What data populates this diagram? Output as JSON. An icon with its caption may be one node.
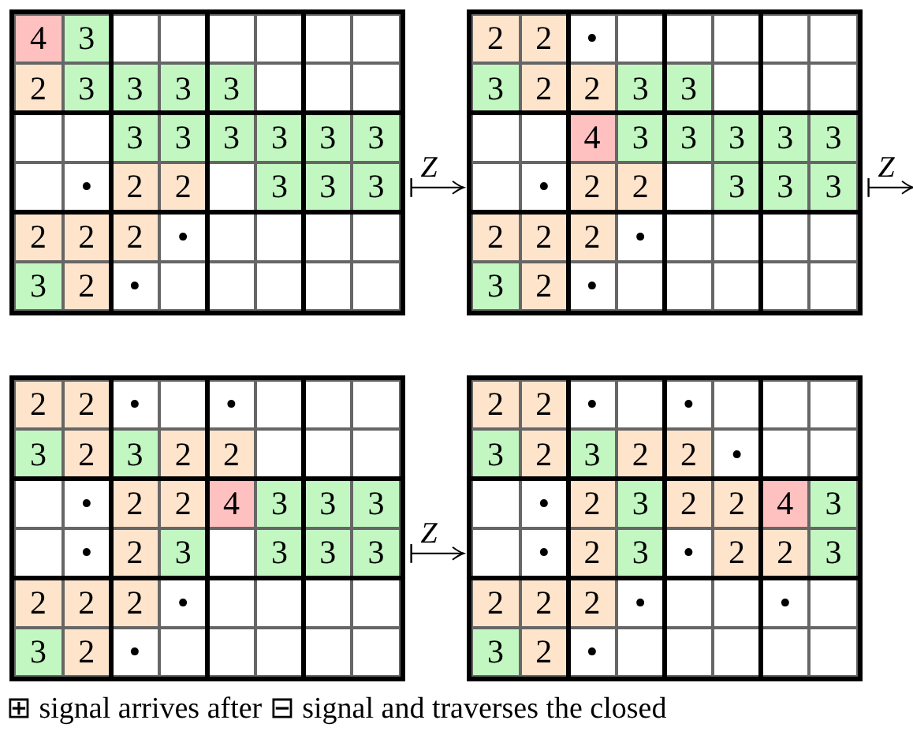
{
  "diagram": {
    "caption": "⊞ signal arrives after ⊟ signal and traverses the closed",
    "nodes": [
      {
        "text": [],
        "shape": "grid"
      },
      {
        "text": [],
        "shape": "grid"
      },
      {
        "text": [],
        "shape": "grid"
      },
      {
        "text": [],
        "shape": "grid"
      }
    ],
    "edges": [
      {
        "from": 0,
        "to": 1,
        "arrow": "to",
        "label": "Z"
      },
      {
        "from": 1,
        "to": null,
        "arrow": "to",
        "label": "Z"
      },
      {
        "from": 2,
        "to": 3,
        "arrow": "to",
        "label": "Z"
      }
    ],
    "labels": [
      "4",
      "3",
      "2",
      "3",
      "3",
      "3",
      "3",
      "3",
      "3",
      "3",
      "3",
      "3",
      "3",
      "•",
      "2",
      "2",
      "3",
      "3",
      "3",
      "2",
      "2",
      "2",
      "•",
      "3",
      "2",
      "•",
      "2",
      "2",
      "•",
      "3",
      "2",
      "2",
      "3",
      "3",
      "4",
      "3",
      "3",
      "3",
      "3",
      "3",
      "•",
      "2",
      "2",
      "3",
      "3",
      "3",
      "2",
      "2",
      "2",
      "•",
      "3",
      "2",
      "•",
      "2",
      "2",
      "•",
      "•",
      "3",
      "2",
      "3",
      "2",
      "2",
      "•",
      "2",
      "2",
      "4",
      "3",
      "3",
      "3",
      "•",
      "2",
      "3",
      "3",
      "3",
      "3",
      "2",
      "2",
      "2",
      "•",
      "3",
      "2",
      "•",
      "2",
      "2",
      "•",
      "•",
      "3",
      "2",
      "3",
      "2",
      "2",
      "•",
      "•",
      "2",
      "3",
      "2",
      "2",
      "4",
      "3",
      "•",
      "2",
      "3",
      "•",
      "2",
      "2",
      "3",
      "2",
      "2",
      "2",
      "•",
      "•",
      "3",
      "2",
      "•"
    ]
  }
}
